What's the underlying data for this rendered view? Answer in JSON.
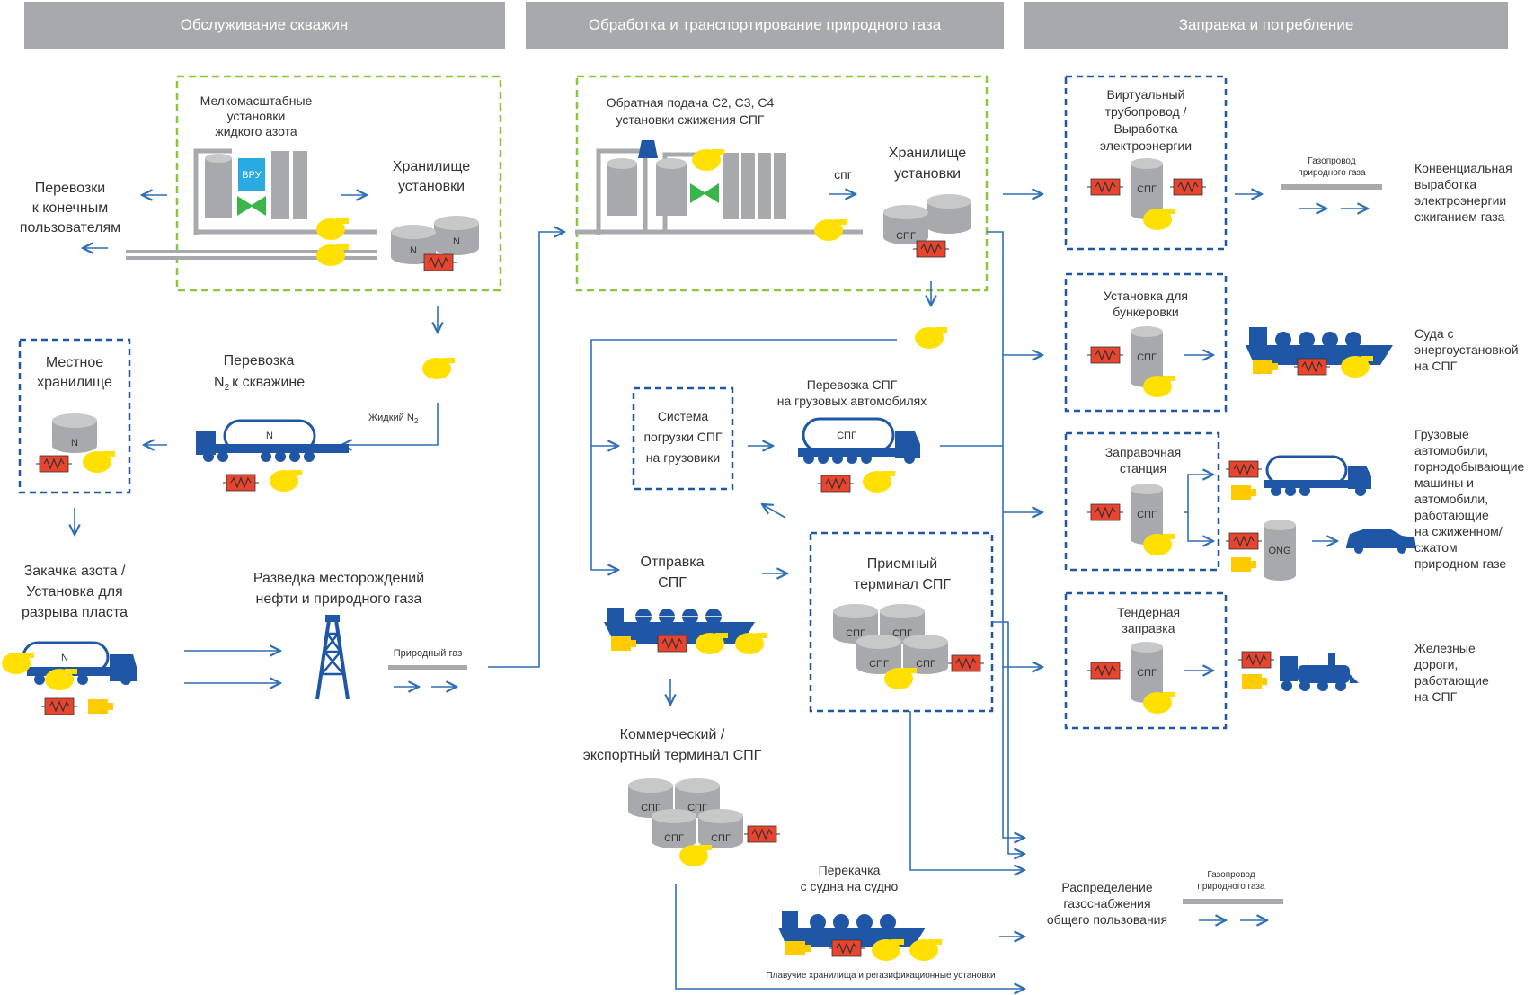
{
  "headers": [
    "Обслуживание скважин",
    "Обработка и транспортирование природного газа",
    "Заправка и потребление"
  ],
  "colors": {
    "header_bg": "#a7a9ac",
    "flow": "#2f6fb5",
    "truck": "#1f57a6",
    "yellow": "#ffe000",
    "red": "#e8442e",
    "green_dash": "#8cc63f",
    "blue_dash": "#1f57a6"
  },
  "icons": [
    "pump-icon",
    "heater-icon",
    "tank-icon",
    "truck-icon",
    "ship-icon",
    "derrick-icon",
    "car-icon",
    "locomotive-icon"
  ],
  "col1": {
    "n2_plants": [
      "Мелкомасштабные",
      "установки",
      "жидкого азота"
    ],
    "vru": "ВРУ",
    "storage": [
      "Хранилище",
      "установки"
    ],
    "n2": "N",
    "n2_sub": "2",
    "transport_end": [
      "Перевозки",
      "к конечным",
      "пользователям"
    ],
    "local_storage": [
      "Местное",
      "хранилище"
    ],
    "n2_transport_line1": "Перевозка",
    "n2_transport_line2": "к скважине",
    "liquid_n2": "Жидкий N",
    "injection": [
      "Закачка азота /",
      "Установка для",
      "разрыва пласта"
    ],
    "exploration": [
      "Разведка месторождений",
      "нефти и природного газа"
    ],
    "natural_gas": "Природный газ"
  },
  "col2": {
    "feedback": [
      "Обратная подача C2, C3, C4",
      "установки сжижения СПГ"
    ],
    "spg": "спг",
    "storage": [
      "Хранилище",
      "установки"
    ],
    "tank_label": "СПГ",
    "loading": [
      "Система",
      "погрузки СПГ",
      "на грузовики"
    ],
    "truck_transport": [
      "Перевозка СПГ",
      "на грузовых автомобилях"
    ],
    "shipping": [
      "Отправка",
      "СПГ"
    ],
    "receiving": [
      "Приемный",
      "терминал СПГ"
    ],
    "export": [
      "Коммерческий /",
      "экспортный терминал СПГ"
    ],
    "ship_to_ship": [
      "Перекачка",
      "с судна на судно"
    ],
    "floating": "Плавучие хранилища и регазификационные установки"
  },
  "col3": {
    "virtual_pipeline": [
      "Виртуальный",
      "трубопровод /",
      "Выработка",
      "электроэнергии"
    ],
    "gas_pipeline_1": [
      "Газопровод",
      "природного газа"
    ],
    "conventional": [
      "Конвенциальная",
      "выработка",
      "электроэнергии",
      "сжиганием газа"
    ],
    "bunkering": [
      "Установка для",
      "бункеровки"
    ],
    "ships": [
      "Суда с",
      "энергоустановкой",
      "на СПГ"
    ],
    "station": [
      "Заправочная",
      "станция"
    ],
    "trucks": [
      "Грузовые",
      "автомобили,",
      "горнодобывающие",
      "машины и",
      "автомобили,",
      "работающие",
      "на сжиженном/",
      "сжатом",
      "природном газе"
    ],
    "ong": "ONG",
    "tender": [
      "Тендерная",
      "заправка"
    ],
    "railways": [
      "Железные",
      "дороги,",
      "работающие",
      "на СПГ"
    ],
    "distribution": [
      "Распределение",
      "газоснабжения",
      "общего пользования"
    ],
    "gas_pipeline_2": [
      "Газопровод",
      "природного газа"
    ]
  }
}
